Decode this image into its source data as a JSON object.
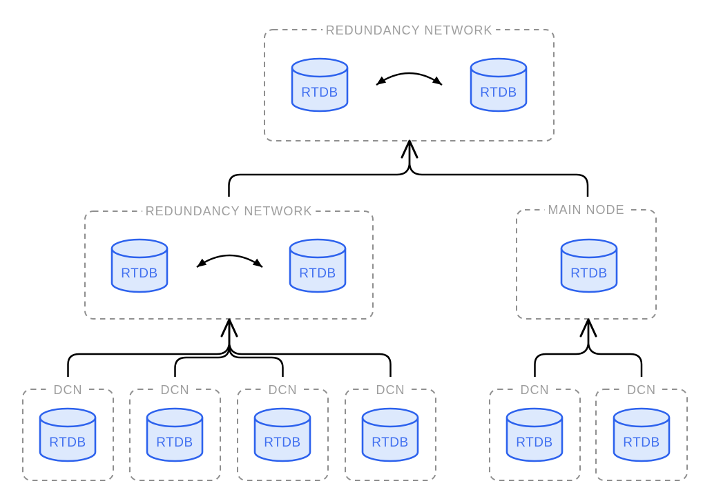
{
  "diagram": {
    "background_color": "#ffffff",
    "groups": [
      {
        "id": "redundancy-top",
        "label": "REDUNDANCY NETWORK",
        "databases": [
          "RTDB",
          "RTDB"
        ]
      },
      {
        "id": "redundancy-mid",
        "label": "REDUNDANCY NETWORK",
        "databases": [
          "RTDB",
          "RTDB"
        ]
      },
      {
        "id": "main-node",
        "label": "MAIN NODE",
        "databases": [
          "RTDB"
        ]
      },
      {
        "id": "dcn-1",
        "label": "DCN",
        "databases": [
          "RTDB"
        ]
      },
      {
        "id": "dcn-2",
        "label": "DCN",
        "databases": [
          "RTDB"
        ]
      },
      {
        "id": "dcn-3",
        "label": "DCN",
        "databases": [
          "RTDB"
        ]
      },
      {
        "id": "dcn-4",
        "label": "DCN",
        "databases": [
          "RTDB"
        ]
      },
      {
        "id": "dcn-5",
        "label": "DCN",
        "databases": [
          "RTDB"
        ]
      },
      {
        "id": "dcn-6",
        "label": "DCN",
        "databases": [
          "RTDB"
        ]
      }
    ],
    "connections": [
      {
        "type": "bidirectional-sync",
        "between": [
          "redundancy-top/RTDB-1",
          "redundancy-top/RTDB-2"
        ]
      },
      {
        "type": "bidirectional-sync",
        "between": [
          "redundancy-mid/RTDB-1",
          "redundancy-mid/RTDB-2"
        ]
      },
      {
        "type": "merge-up-arrow",
        "from": [
          "redundancy-mid",
          "main-node"
        ],
        "to": "redundancy-top"
      },
      {
        "type": "merge-up-arrow",
        "from": [
          "dcn-1",
          "dcn-2",
          "dcn-3",
          "dcn-4"
        ],
        "to": "redundancy-mid"
      },
      {
        "type": "merge-up-arrow",
        "from": [
          "dcn-5",
          "dcn-6"
        ],
        "to": "main-node"
      }
    ],
    "colors": {
      "cylinder_stroke": "#2d62ed",
      "cylinder_fill": "#dde9fd",
      "cylinder_label": "#4170f0",
      "box_border": "#8f8f8f",
      "box_label": "#9e9e9e",
      "arrow": "#000000"
    }
  }
}
